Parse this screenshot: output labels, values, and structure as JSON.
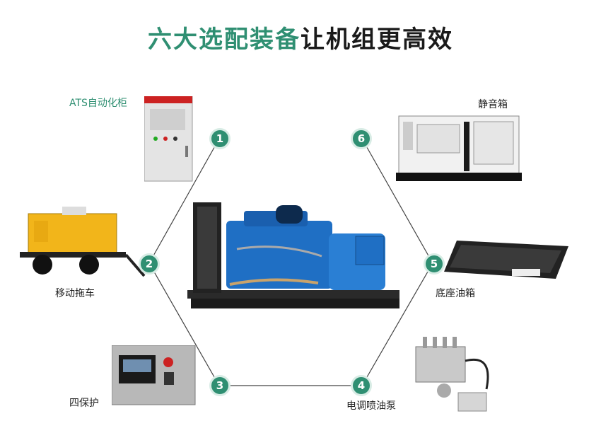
{
  "title": {
    "highlight": "六大选配装备",
    "rest": "让机组更高效"
  },
  "items": [
    {
      "num": "1",
      "label": "ATS自动化柜"
    },
    {
      "num": "2",
      "label": "移动拖车"
    },
    {
      "num": "3",
      "label": "四保护"
    },
    {
      "num": "4",
      "label": "电调喷油泵"
    },
    {
      "num": "5",
      "label": "底座油箱"
    },
    {
      "num": "6",
      "label": "静音箱"
    }
  ],
  "colors": {
    "accent": "#2f8f72",
    "engine": "#1f6fc4",
    "trailer": "#f2b51a"
  }
}
